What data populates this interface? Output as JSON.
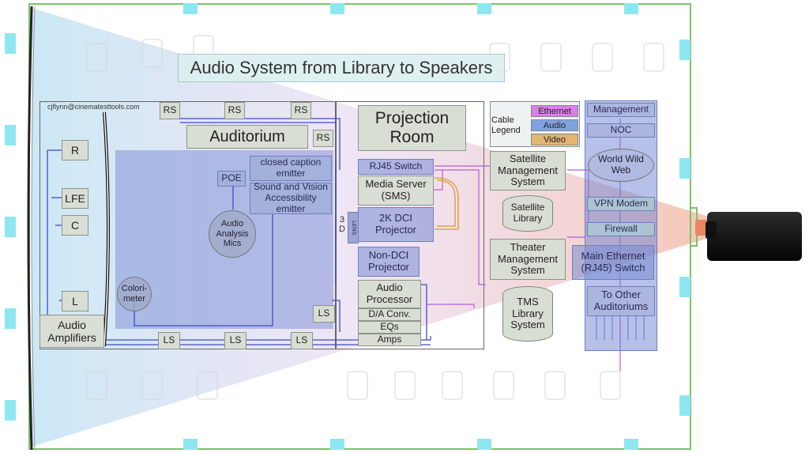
{
  "title": "Audio System from Library to Speakers",
  "credit": "cjflynn@cinematesttools.com",
  "auditorium": {
    "label": "Auditorium",
    "rs": [
      "RS",
      "RS",
      "RS",
      "RS"
    ],
    "ls": [
      "LS",
      "LS",
      "LS",
      "LS"
    ],
    "speakers": [
      "R",
      "LFE",
      "C",
      "L"
    ],
    "amplifiers": "Audio Amplifiers",
    "poe": "POE",
    "closed_caption": "closed caption emitter",
    "sound_vision": "Sound and Vision Accessibility emitter",
    "mics": "Audio Analysis Mics",
    "colorimeter": "Colori-meter"
  },
  "projection_room": {
    "label": "Projection Room",
    "rj45": "RJ45 Switch",
    "media_server": "Media Server (SMS)",
    "projector_2k": "2K DCI Projector",
    "non_dci": "Non-DCI Projector",
    "lens_3d": "3 D",
    "lens": "LENS",
    "audio_processor": "Audio Processor",
    "da_conv": "D/A Conv.",
    "eqs": "EQs",
    "amps": "Amps"
  },
  "legend": {
    "title": "Cable Legend",
    "items": [
      {
        "label": "Ethernet",
        "color": "#d780e6"
      },
      {
        "label": "Audio",
        "color": "#7fa2e0"
      },
      {
        "label": "Video",
        "color": "#e2b573"
      }
    ]
  },
  "systems": {
    "sms": "Satellite Management System",
    "sat_library": "Satellite Library",
    "tms": "Theater Management System",
    "tms_library": "TMS Library System"
  },
  "network": {
    "management": "Management",
    "noc": "NOC",
    "www": "World Wild Web",
    "vpn": "VPN Modem",
    "firewall": "Firewall",
    "main_switch": "Main Ethernet (RJ45) Switch",
    "other": "To Other Auditoriums"
  },
  "colors": {
    "frame": "#7cc26a",
    "accent_tab": "#8ee7f0",
    "audio_line": "#3b4fc4",
    "ethernet_line": "#b35fd4",
    "video_line": "#d89a2e"
  }
}
